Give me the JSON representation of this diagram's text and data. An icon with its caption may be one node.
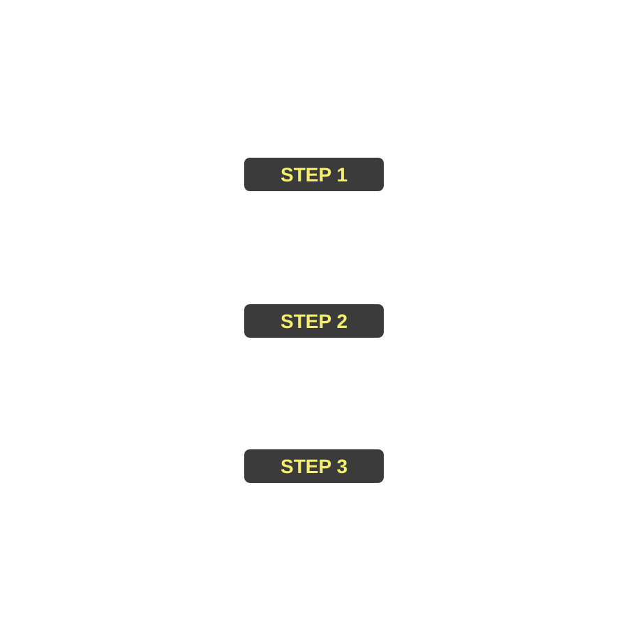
{
  "diagram": {
    "nodes": [
      {
        "text": [
          "STEP 1"
        ]
      },
      {
        "text": [
          "STEP 2"
        ]
      },
      {
        "text": [
          "STEP 3"
        ]
      }
    ]
  }
}
